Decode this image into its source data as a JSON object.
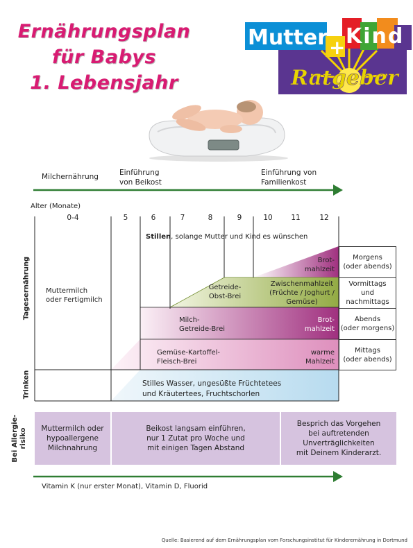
{
  "title": {
    "line1": "Ernährungsplan",
    "line2": "für Babys",
    "line3": "1. Lebensjahr"
  },
  "logo": {
    "word1": "Mutter",
    "plus": "+",
    "word2": "Kind",
    "word3": "Ratgeber"
  },
  "phases": {
    "milk": "Milchernährung",
    "beikost_line1": "Einführung",
    "beikost_line2": "von Beikost",
    "family_line1": "Einführung von",
    "family_line2": "Familienkost"
  },
  "age_header": "Alter (Monate)",
  "ages": [
    "0-4",
    "5",
    "6",
    "7",
    "8",
    "9",
    "10",
    "11",
    "12"
  ],
  "stillen": {
    "bold": "Stillen",
    "rest": ", solange Mutter und Kind es wünschen"
  },
  "row_labels": {
    "daily": "Tagesernährung",
    "drink": "Trinken",
    "allergy_line1": "Bei Allergie-",
    "allergy_line2": "risiko"
  },
  "muttermilch": {
    "line1": "Muttermilch",
    "line2": "oder Fertigmilch"
  },
  "meals": {
    "brot_line1": "Brot-",
    "brot_line2": "mahlzeit",
    "getreide_line1": "Getreide-",
    "getreide_line2": "Obst-Brei",
    "zwischen_line1": "Zwischenmahlzeit",
    "zwischen_line2": "(Früchte / Joghurt /",
    "zwischen_line3": "Gemüse)",
    "milch_line1": "Milch-",
    "milch_line2": "Getreide-Brei",
    "brot2_line1": "Brot-",
    "brot2_line2": "mahlzeit",
    "gemuese_line1": "Gemüse-Kartoffel-",
    "gemuese_line2": "Fleisch-Brei",
    "warm_line1": "warme",
    "warm_line2": "Mahlzeit"
  },
  "times": [
    {
      "line1": "Morgens",
      "line2": "(oder abends)",
      "line3": ""
    },
    {
      "line1": "Vormittags",
      "line2": "und",
      "line3": "nachmittags"
    },
    {
      "line1": "Abends",
      "line2": "(oder morgens)",
      "line3": ""
    },
    {
      "line1": "Mittags",
      "line2": "(oder abends)",
      "line3": ""
    }
  ],
  "drink": {
    "line1": "Stilles Wasser, ungesüßte Früchtetees",
    "line2": "und Kräutertees, Fruchtschorlen"
  },
  "allergy": [
    {
      "line1": "Muttermilch oder",
      "line2": "hypoallergene",
      "line3": "Milchnahrung",
      "line4": ""
    },
    {
      "line1": "Beikost langsam einführen,",
      "line2": "nur 1 Zutat pro Woche und",
      "line3": "mit einigen Tagen Abstand",
      "line4": ""
    },
    {
      "line1": "Besprich das Vorgehen",
      "line2": "bei auftretenden",
      "line3": "Unverträglichkeiten",
      "line4": "mit Deinem Kinderarzt."
    }
  ],
  "vitamins": "Vitamin K (nur erster Monat), Vitamin D, Fluorid",
  "source": "Quelle: Basierend auf dem Ernährungsplan vom Forschungsinstitut für Kinderernährung in Dortmund",
  "colors": {
    "title": "#d81b72",
    "arrow": "#2e7d32",
    "purple": "#a0307f",
    "green": "#a7bc5a",
    "lilac": "#d6c3df",
    "blue": "#b7dbef"
  }
}
